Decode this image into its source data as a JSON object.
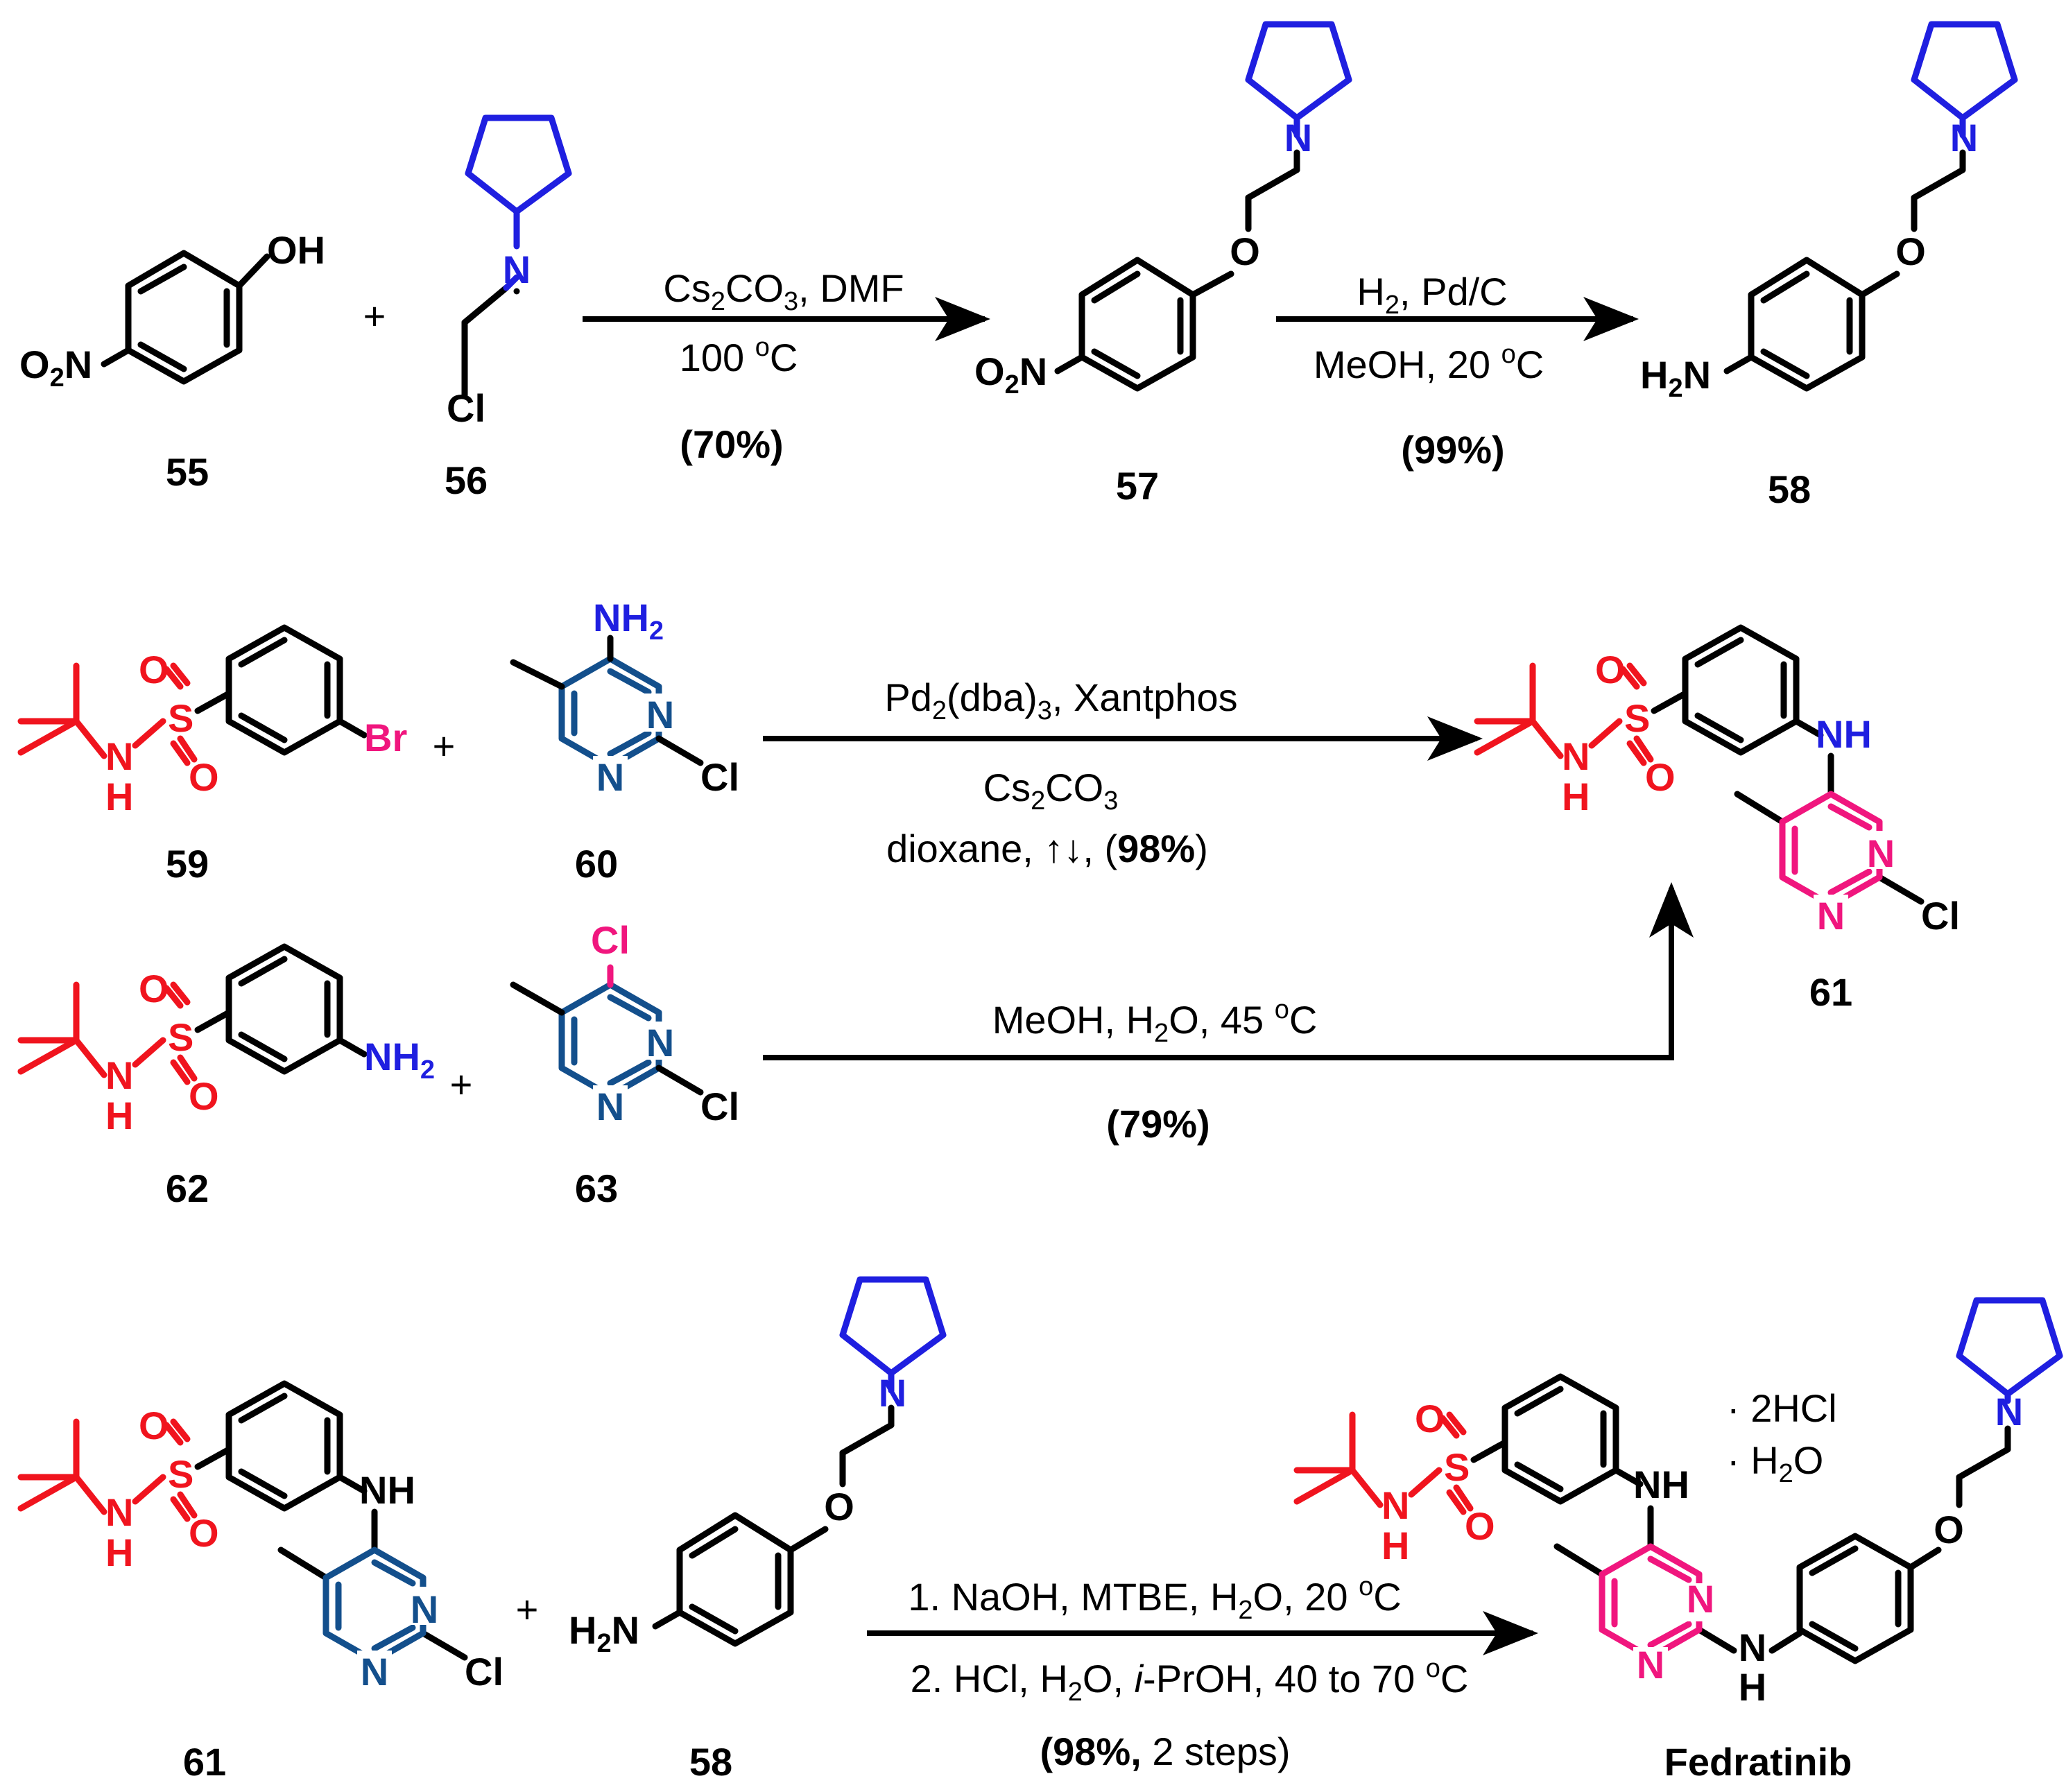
{
  "colors": {
    "black": "#000000",
    "pyrrolidine": "#1f1fe0",
    "sulfonamide": "#f0141e",
    "pyrimidine": "#134f8c",
    "pyrimidine_product": "#f0167e",
    "amine_blue": "#1f1fe0",
    "bromo": "#f0167e"
  },
  "compounds": {
    "c55": {
      "number": "55",
      "oh": "OH",
      "no2": "O2N"
    },
    "c56": {
      "number": "56",
      "n": "N",
      "cl": "Cl"
    },
    "c57": {
      "number": "57",
      "n": "N",
      "o": "O",
      "no2": "O2N"
    },
    "c58_top": {
      "number": "58",
      "n": "N",
      "o": "O",
      "nh2": "H2N"
    },
    "c59": {
      "number": "59",
      "br": "Br"
    },
    "c60": {
      "number": "60",
      "nh2": "NH2",
      "n": "N",
      "cl": "Cl"
    },
    "c61_top": {
      "number": "61",
      "nh": "NH",
      "n": "N",
      "cl": "Cl"
    },
    "c62": {
      "number": "62",
      "nh2": "NH2"
    },
    "c63": {
      "number": "63",
      "cl_top": "Cl",
      "n": "N",
      "cl": "Cl"
    },
    "c61_bottom": {
      "number": "61",
      "nh": "NH",
      "n": "N",
      "cl": "Cl"
    },
    "c58_bottom": {
      "number": "58",
      "n": "N",
      "o": "O",
      "nh2": "H2N"
    },
    "fedratinib": {
      "name": "Fedratinib",
      "salt1": "· 2HCl",
      "salt2": "· H2O",
      "nh": "NH",
      "n": "N",
      "o": "O",
      "h": "H"
    }
  },
  "sulfonamide_labels": {
    "o": "O",
    "s": "S",
    "nh": "N",
    "h": "H"
  },
  "plus": "+",
  "reactions": {
    "r1": {
      "line1": "Cs2CO3, DMF",
      "line2": "100 oC",
      "yield": "(70%)"
    },
    "r2": {
      "line1": "H2, Pd/C",
      "line2": "MeOH, 20 oC",
      "yield": "(99%)"
    },
    "r3": {
      "line1": "Pd2(dba)3, Xantphos",
      "line2": "Cs2CO3",
      "line3_prefix": "dioxane, ↑↓, (",
      "line3_yield": "98%",
      "line3_suffix": ")"
    },
    "r4": {
      "line1": "MeOH, H2O, 45 oC",
      "yield": "(79%)"
    },
    "r5": {
      "line1": "1. NaOH, MTBE, H2O, 20 oC",
      "line2_prefix": "2. HCl, H2O, ",
      "line2_italic": "i",
      "line2_suffix": "-PrOH, 40 to 70 oC",
      "line3_yield": "(98%,",
      "line3_rest": " 2 steps)"
    }
  }
}
